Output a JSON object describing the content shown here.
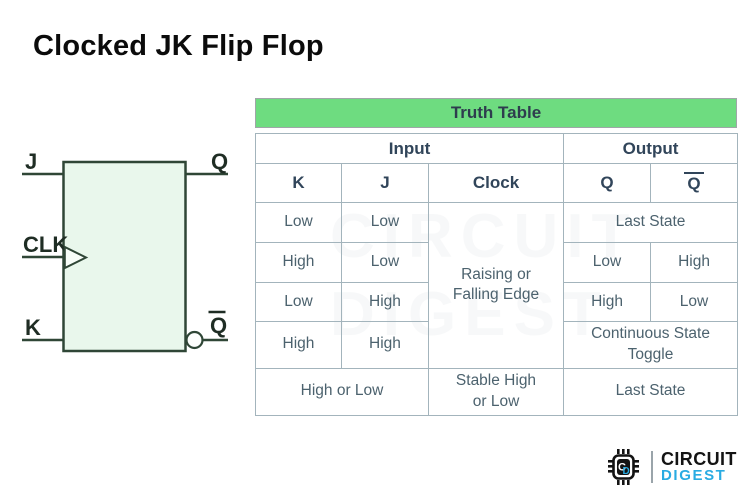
{
  "page": {
    "title": "Clocked JK Flip Flop"
  },
  "diagram": {
    "labels": {
      "j": "J",
      "clk": "CLK",
      "k": "K",
      "q": "Q",
      "q_bar": "Q"
    },
    "box_fill": "#e9f7ec",
    "box_stroke": "#2f4636"
  },
  "table": {
    "title": "Truth Table",
    "group_headers": {
      "input": "Input",
      "output": "Output"
    },
    "columns": {
      "k": "K",
      "j": "J",
      "clock": "Clock",
      "q": "Q",
      "q_bar": "Q"
    },
    "clock_merged": "Raising or Falling Edge",
    "rows": {
      "r1": {
        "k": "Low",
        "j": "Low",
        "out": "Last State"
      },
      "r2": {
        "k": "High",
        "j": "Low",
        "q": "Low",
        "q_bar": "High"
      },
      "r3": {
        "k": "Low",
        "j": "High",
        "q": "High",
        "q_bar": "Low"
      },
      "r4": {
        "k": "High",
        "j": "High",
        "out": "Continuous State Toggle"
      },
      "r5": {
        "k_j": "High or Low",
        "clock": "Stable High or Low",
        "out": "Last State"
      }
    }
  },
  "watermark": {
    "line1": "CIRCUIT",
    "line2": "DIGEST"
  },
  "logo": {
    "line1": "CIRCUIT",
    "line2": "DIGEST",
    "icon_c": "C",
    "icon_d": "D"
  },
  "colors": {
    "accent_green": "#6edc80",
    "table_border": "#a3b4bc",
    "header_text": "#31455a",
    "body_text": "#4c626e",
    "logo_blue": "#29abe2"
  }
}
